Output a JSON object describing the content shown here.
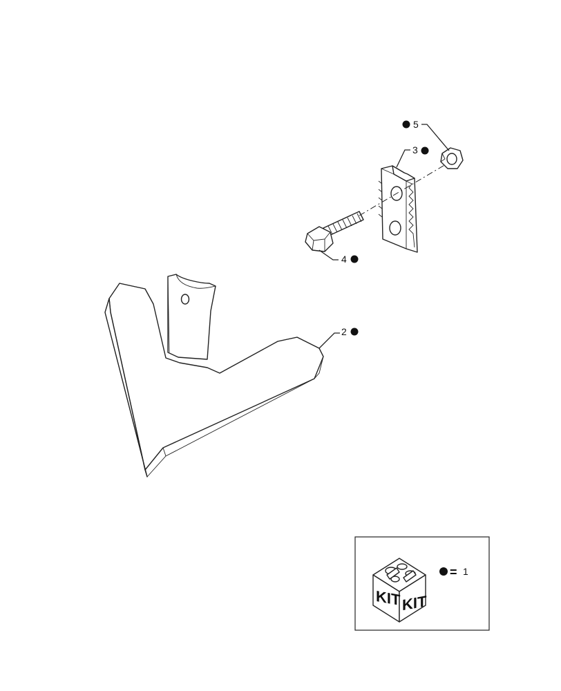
{
  "diagram": {
    "callouts": [
      {
        "id": "callout-2",
        "label": "2"
      },
      {
        "id": "callout-3",
        "label": "3"
      },
      {
        "id": "callout-4",
        "label": "4"
      },
      {
        "id": "callout-5",
        "label": "5"
      }
    ],
    "legend": {
      "equals": "=",
      "kit_quantity": "1",
      "kit_label_left": "KIT",
      "kit_label_right": "KIT"
    }
  }
}
